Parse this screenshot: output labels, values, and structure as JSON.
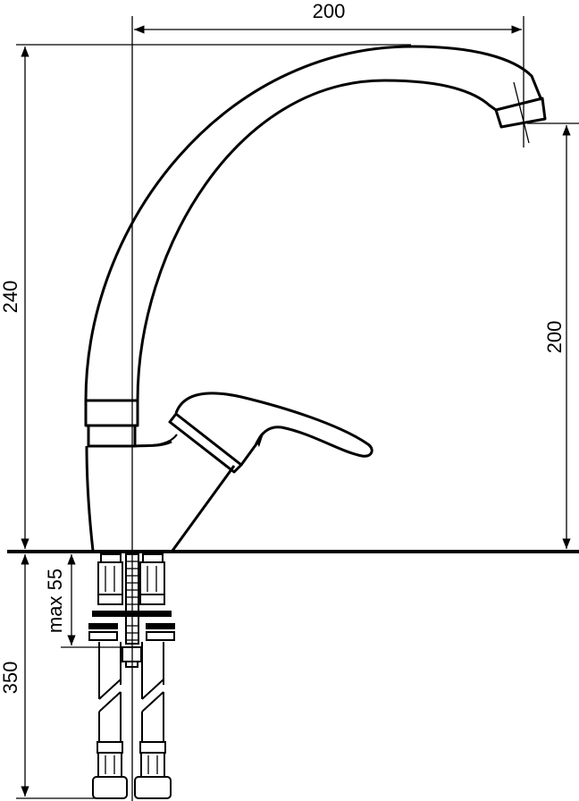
{
  "dimensions": {
    "spout_reach": "200",
    "total_height": "240",
    "spout_height": "200",
    "max_countertop_thickness": "max 55",
    "hose_length": "350"
  },
  "colors": {
    "line": "#000000",
    "background": "#ffffff"
  }
}
